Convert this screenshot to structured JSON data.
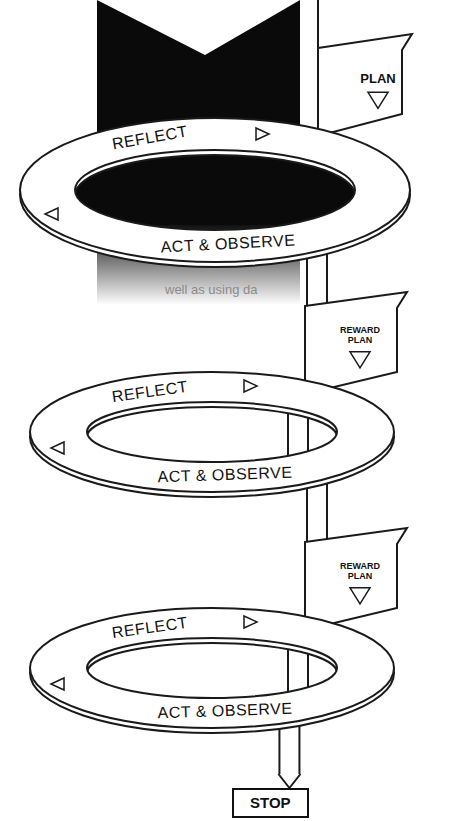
{
  "diagram": {
    "nodes": [
      {
        "text": [
          "PLAN"
        ]
      },
      {
        "text": [
          "REFLECT",
          "ACT & OBSERVE"
        ]
      },
      {
        "text": [
          "REWARD PLAN"
        ]
      },
      {
        "text": [
          "REFLECT",
          "ACT & OBSERVE"
        ]
      },
      {
        "text": [
          "REWARD PLAN"
        ]
      },
      {
        "text": [
          "REFLECT",
          "ACT & OBSERVE"
        ]
      },
      {
        "text": [
          "STOP"
        ]
      }
    ],
    "edges": [
      {
        "from": 1,
        "to": 2,
        "arrow": "none"
      },
      {
        "from": 3,
        "to": 4,
        "arrow": "none"
      },
      {
        "from": 5,
        "to": 6,
        "arrow": "to"
      }
    ],
    "labels": [
      "well as using da"
    ]
  }
}
